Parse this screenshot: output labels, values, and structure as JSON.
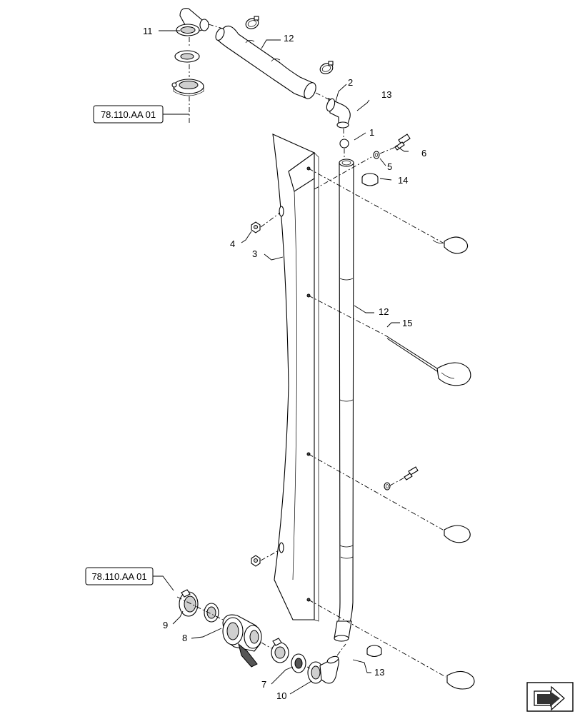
{
  "references": {
    "top": "78.110.AA 01",
    "bottom": "78.110.AA 01"
  },
  "callouts": {
    "c1": "1",
    "c2": "2",
    "c3": "3",
    "c4": "4",
    "c5": "5",
    "c6": "6",
    "c7": "7",
    "c8": "8",
    "c9": "9",
    "c10": "10",
    "c11": "11",
    "c12a": "12",
    "c12b": "12",
    "c13a": "13",
    "c13b": "13",
    "c14": "14",
    "c15": "15"
  },
  "icons": {
    "nav": "next-arrow-icon"
  }
}
